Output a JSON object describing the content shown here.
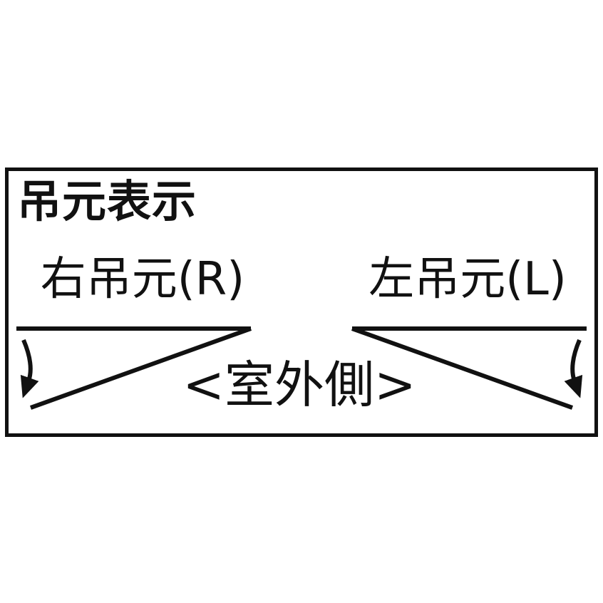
{
  "diagram": {
    "title": "吊元表示",
    "right_hinge": {
      "label": "右吊元(R)"
    },
    "left_hinge": {
      "label": "左吊元(L)"
    },
    "outdoor_side_label": "<室外側>",
    "colors": {
      "line": "#111111",
      "text": "#111111",
      "background": "#ffffff"
    }
  }
}
